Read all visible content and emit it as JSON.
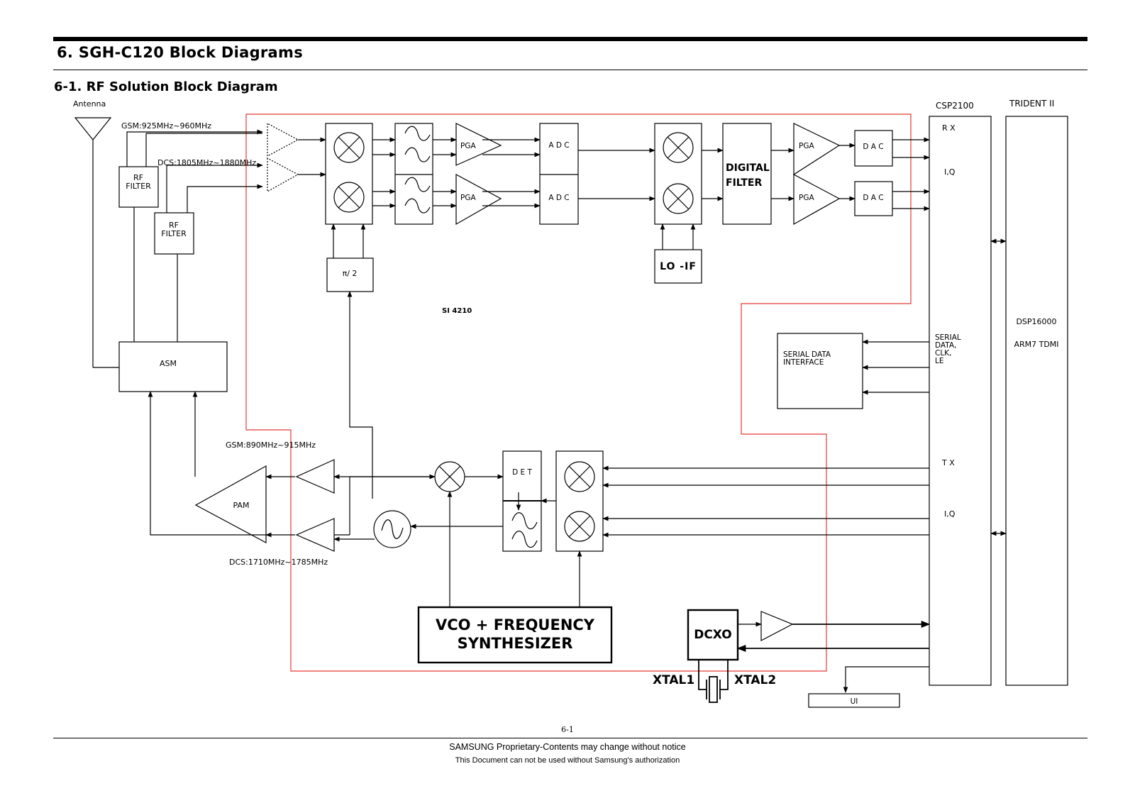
{
  "document": {
    "title": "6. SGH-C120 Block Diagrams",
    "subtitle": "6-1. RF Solution Block Diagram",
    "page_number": "6-1",
    "footer_line1": "SAMSUNG Proprietary-Contents may change without notice",
    "footer_line2": "This Document can not be used without Samsung's authorization"
  },
  "diagram": {
    "antenna": "Antenna",
    "gsm_rx_band": "GSM:925MHz~960MHz",
    "dcs_rx_band": "DCS:1805MHz~1880MHz",
    "rf_filter_1": [
      "RF",
      "FILTER"
    ],
    "rf_filter_2": [
      "RF",
      "FILTER"
    ],
    "asm": "ASM",
    "pam": "PAM",
    "gsm_tx_band": "GSM:890MHz~915MHz",
    "dcs_tx_band": "DCS:1710MHz~1785MHz",
    "pga_1": "PGA",
    "pga_2": "PGA",
    "adc_1": "A D C",
    "adc_2": "A D C",
    "phase_shift": "π/ 2",
    "chip_label": "SI 4210",
    "lo_if": "LO -IF",
    "digital_filter": [
      "DIGITAL",
      "FILTER"
    ],
    "pga_3": "PGA",
    "pga_4": "PGA",
    "dac_1": "D A C",
    "dac_2": "D A C",
    "det": "D E T",
    "vco": [
      "VCO + FREQUENCY",
      "SYNTHESIZER"
    ],
    "dcxo": "DCXO",
    "xtal1": "XTAL1",
    "xtal2": "XTAL2",
    "serial_data_interface": [
      "SERIAL DATA",
      "INTERFACE"
    ],
    "csp_title": "CSP2100",
    "csp_rx": "R X",
    "csp_rx_iq": "I,Q",
    "csp_serial": [
      "SERIAL",
      "DATA,",
      "CLK,",
      "LE"
    ],
    "csp_tx": "T X",
    "csp_tx_iq": "I,Q",
    "trident_title": "TRIDENT II",
    "trident_line1": "DSP16000",
    "trident_line2": "ARM7 TDMI",
    "ui": "UI",
    "boundary_color": "#e53935"
  }
}
